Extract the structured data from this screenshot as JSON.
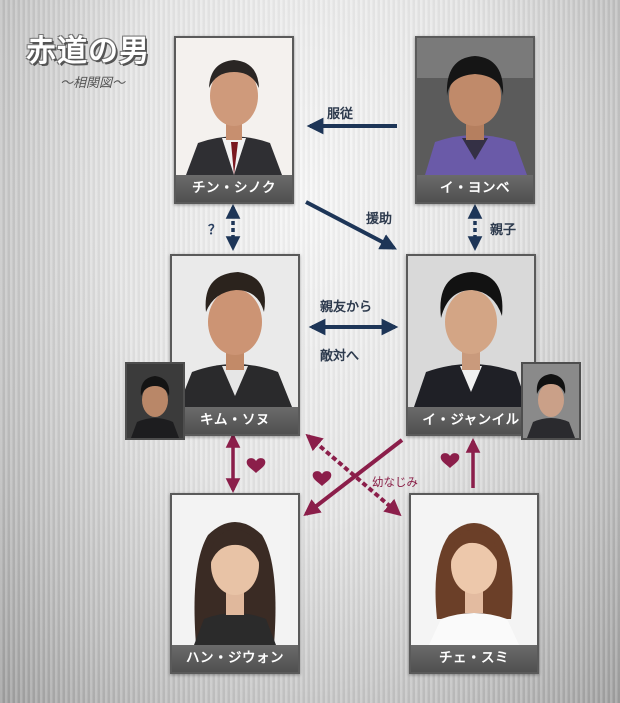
{
  "title": {
    "main": "赤道の男",
    "sub": "〜相関図〜"
  },
  "colors": {
    "navy": "#1d3557",
    "crimson": "#8b1e4a",
    "name_bar": "#5c5c5c"
  },
  "characters": {
    "jin_shinok": {
      "name": "チン・シノク"
    },
    "lee_yongbe": {
      "name": "イ・ヨンベ"
    },
    "kim_sonu": {
      "name": "キム・ソヌ"
    },
    "lee_jangil": {
      "name": "イ・ジャンイル"
    },
    "han_jiwon": {
      "name": "ハン・ジウォン"
    },
    "che_sumi": {
      "name": "チェ・スミ"
    }
  },
  "relations": {
    "obey": "服従",
    "aid": "援助",
    "unknown": "？",
    "parent_child": "親子",
    "friend_line1": "親友から",
    "friend_line2": "敵対へ",
    "childhood": "幼なじみ"
  },
  "icons": {
    "love": "heart-icon"
  }
}
